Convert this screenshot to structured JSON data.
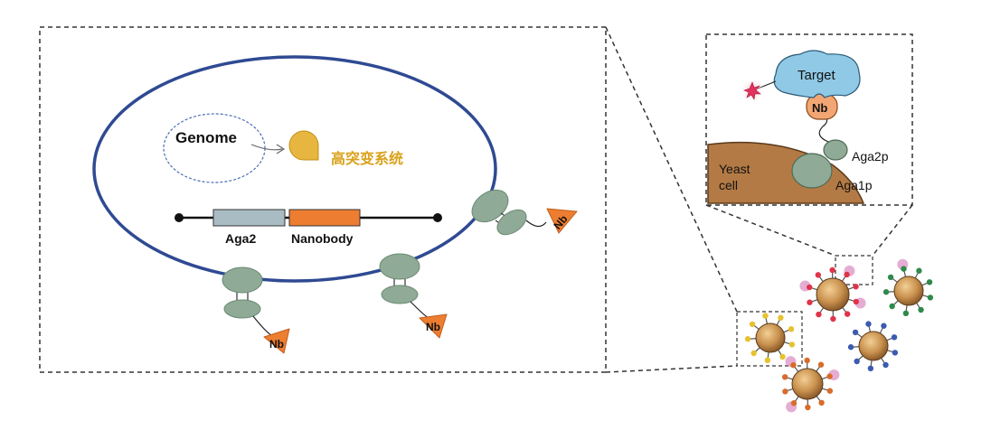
{
  "labels": {
    "genome": "Genome",
    "hypermutation": "高突变系统",
    "aga2": "Aga2",
    "nanobody": "Nanobody",
    "nb": "Nb",
    "target": "Target",
    "aga2p": "Aga2p",
    "aga1p": "Aga1p",
    "yeast_line1": "Yeast",
    "yeast_line2": "cell"
  },
  "colors": {
    "cell_membrane": "#2f4a93",
    "nanobody_orange": "#ed7d31",
    "aga_green": "#8faa96",
    "aga_green_dark": "#6b8a74",
    "gene_box_grey": "#a9bcc3",
    "hypermutation_gold": "#d9a21b",
    "target_blue": "#8fc9e6",
    "yeast_brown": "#b37a45",
    "yeast_ball": "#c9914e"
  },
  "icons": {
    "pacman": "pacman-icon",
    "explosion": "star-burst-icon"
  }
}
